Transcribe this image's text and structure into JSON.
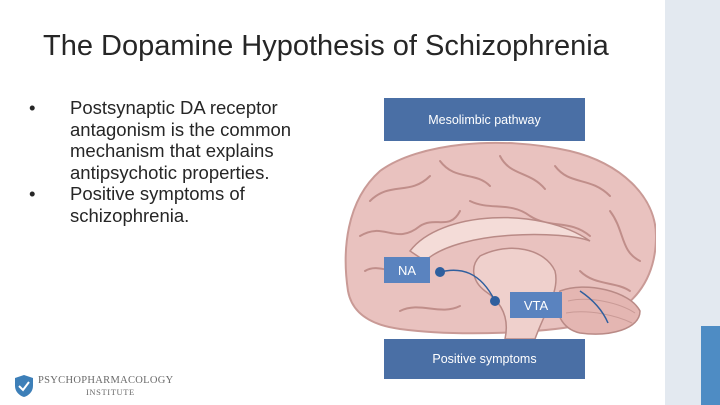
{
  "slide": {
    "title": "The Dopamine Hypothesis of Schizophrenia",
    "bullets": [
      "Postsynaptic DA receptor antagonism is the common mechanism that explains antipsychotic properties.",
      "Positive symptoms of schizophrenia."
    ]
  },
  "figure": {
    "top_label": "Mesolimbic pathway",
    "bottom_label": "Positive symptoms",
    "region_left": "NA",
    "region_right": "VTA"
  },
  "logo": {
    "name": "PSYCHOPHARMACOLOGY",
    "sub": "INSTITUTE"
  },
  "colors": {
    "label_box": "#4a6fa5",
    "side_bar": "#e3e9f0",
    "side_accent": "#4e8cc4",
    "pathway_dot": "#2f5f9e"
  }
}
